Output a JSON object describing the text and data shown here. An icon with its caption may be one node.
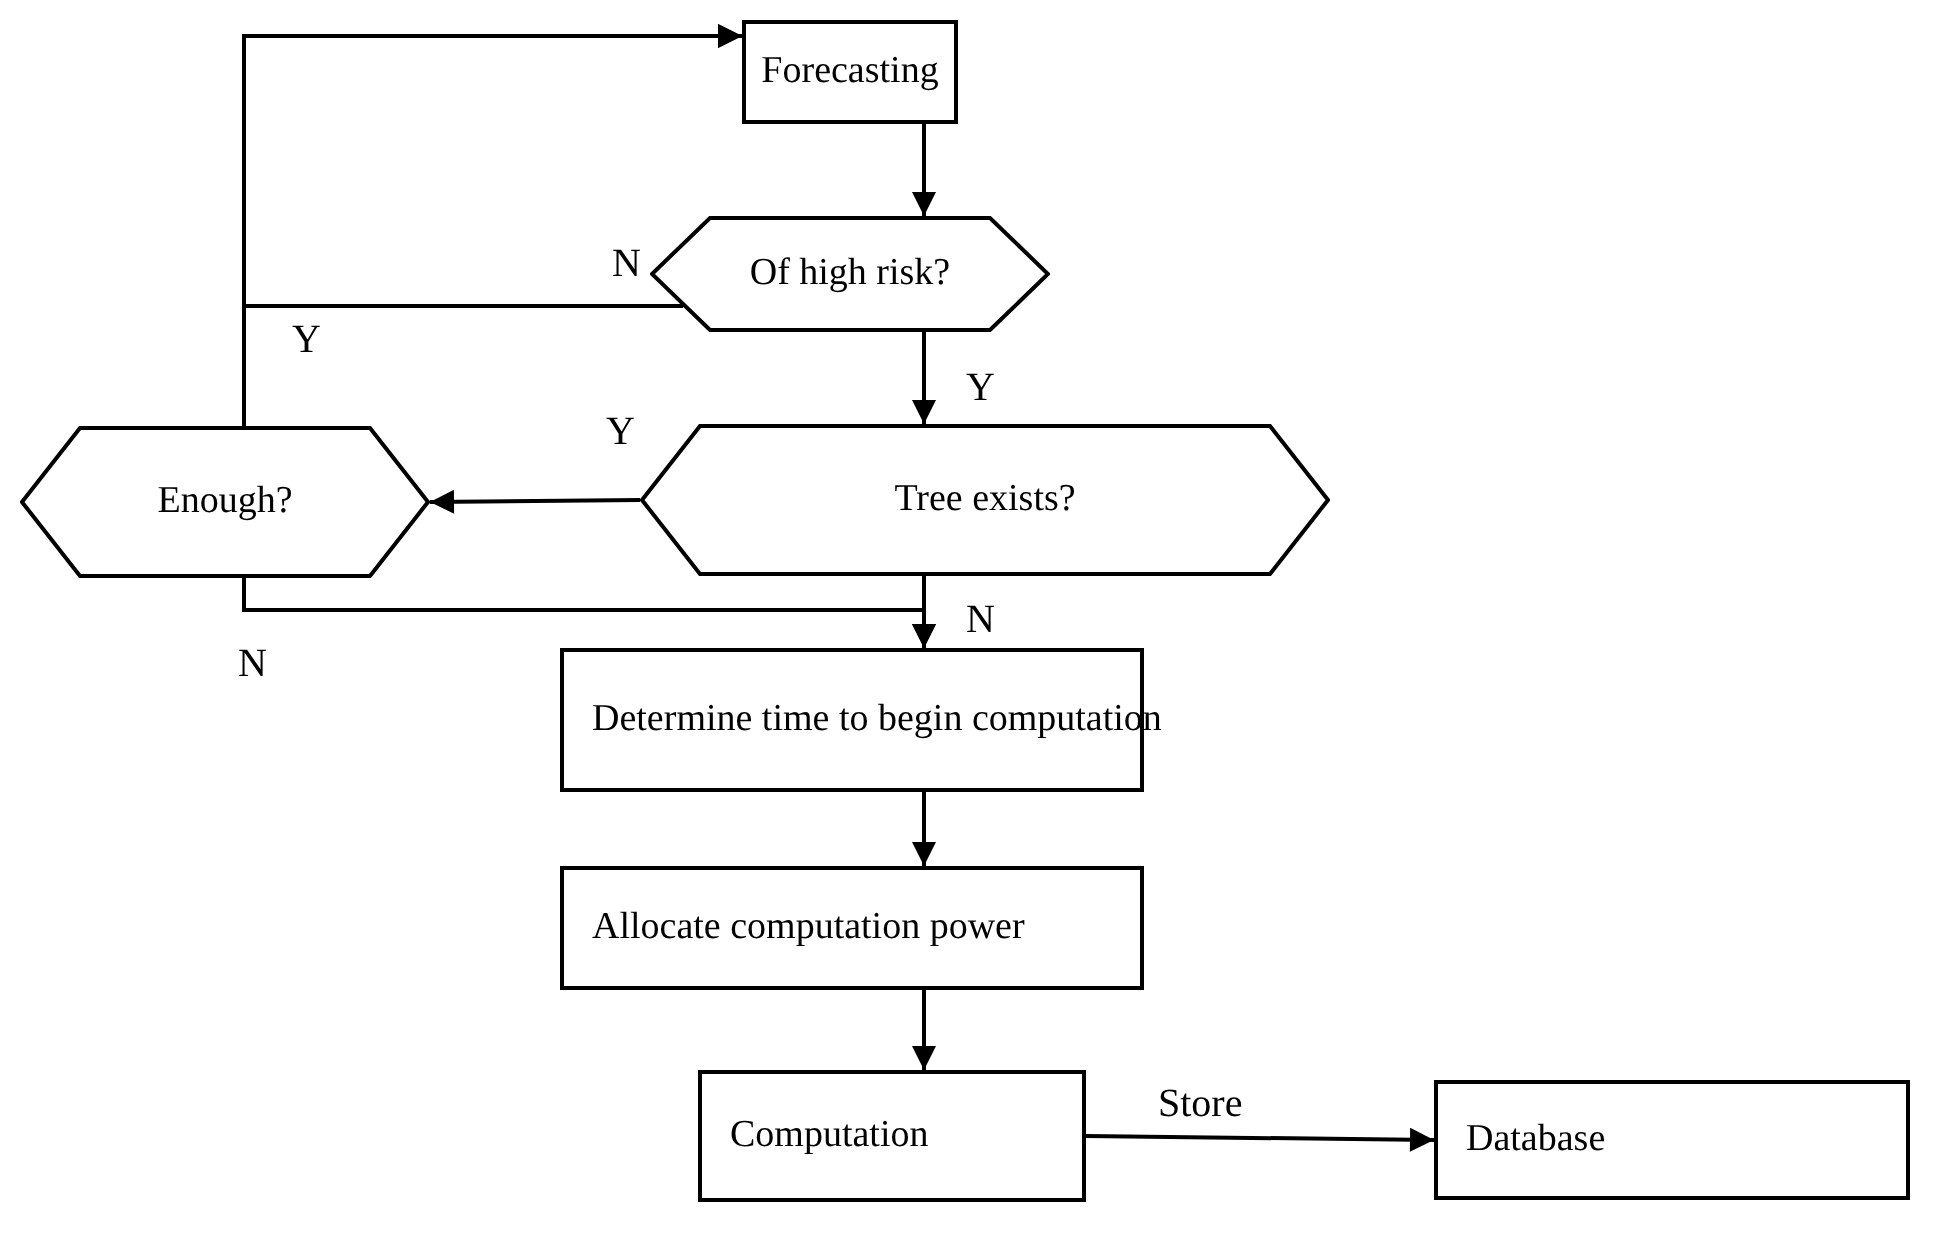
{
  "diagram": {
    "nodes": [
      {
        "text": [
          "Forecasting"
        ]
      },
      {
        "text": [
          "Of high risk?"
        ]
      },
      {
        "text": [
          "Tree exists?"
        ]
      },
      {
        "text": [
          "Enough?"
        ]
      },
      {
        "text": [
          "Determine time to begin computation"
        ]
      },
      {
        "text": [
          "Allocate computation power"
        ]
      },
      {
        "text": [
          "Computation"
        ]
      },
      {
        "text": [
          "Database"
        ]
      }
    ],
    "edges": [
      {
        "from": 0,
        "to": 1,
        "arrow": "to"
      },
      {
        "from": 1,
        "to": 0,
        "label": "N",
        "arrow": "to"
      },
      {
        "from": 3,
        "to": 0,
        "label": "Y",
        "arrow": "to"
      },
      {
        "from": 1,
        "to": 2,
        "label": "Y",
        "arrow": "to"
      },
      {
        "from": 2,
        "to": 3,
        "label": "Y",
        "arrow": "to"
      },
      {
        "from": 2,
        "to": 4,
        "label": "N",
        "arrow": "to"
      },
      {
        "from": 3,
        "to": 4,
        "label": "N",
        "arrow": "to"
      },
      {
        "from": 4,
        "to": 5,
        "arrow": "to"
      },
      {
        "from": 5,
        "to": 6,
        "arrow": "to"
      },
      {
        "from": 6,
        "to": 7,
        "label": "Store",
        "arrow": "to"
      }
    ]
  }
}
